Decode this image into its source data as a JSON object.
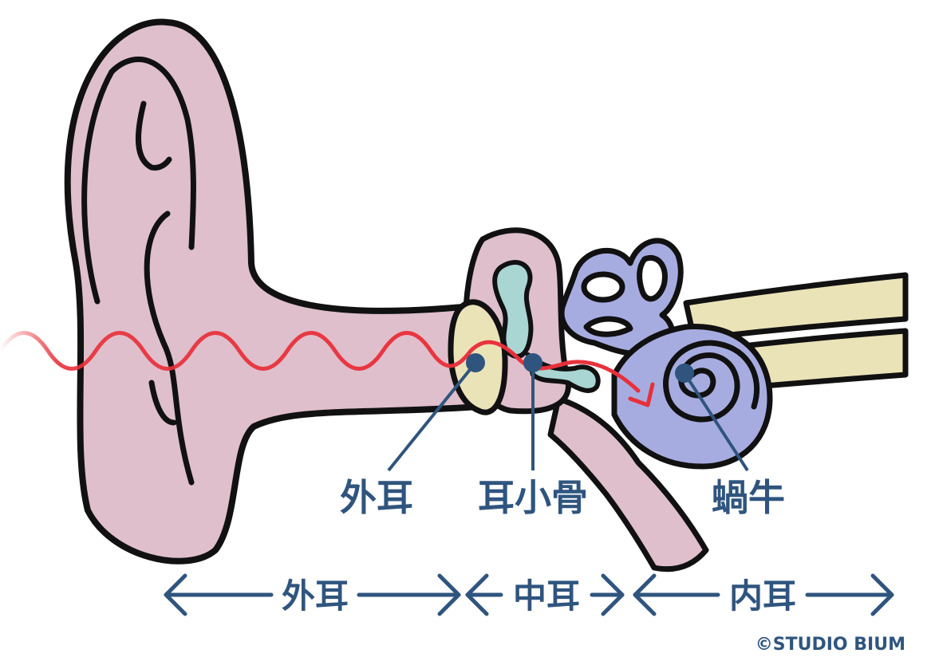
{
  "labels": {
    "outer_ear_part": "外耳",
    "ossicles": "耳小骨",
    "cochlea": "蝸牛"
  },
  "sections": {
    "outer_ear": "外耳",
    "middle_ear": "中耳",
    "inner_ear": "内耳"
  },
  "credit": "©STUDIO BIUM",
  "colors": {
    "outline": "#111111",
    "auricle": "#dfbfcc",
    "eardrum": "#ebe3b8",
    "ossicles": "#a9d5d3",
    "inner_ear": "#a7ace0",
    "nerve": "#ebe3b8",
    "sound_wave": "#e8303a",
    "label": "#2f557e"
  }
}
